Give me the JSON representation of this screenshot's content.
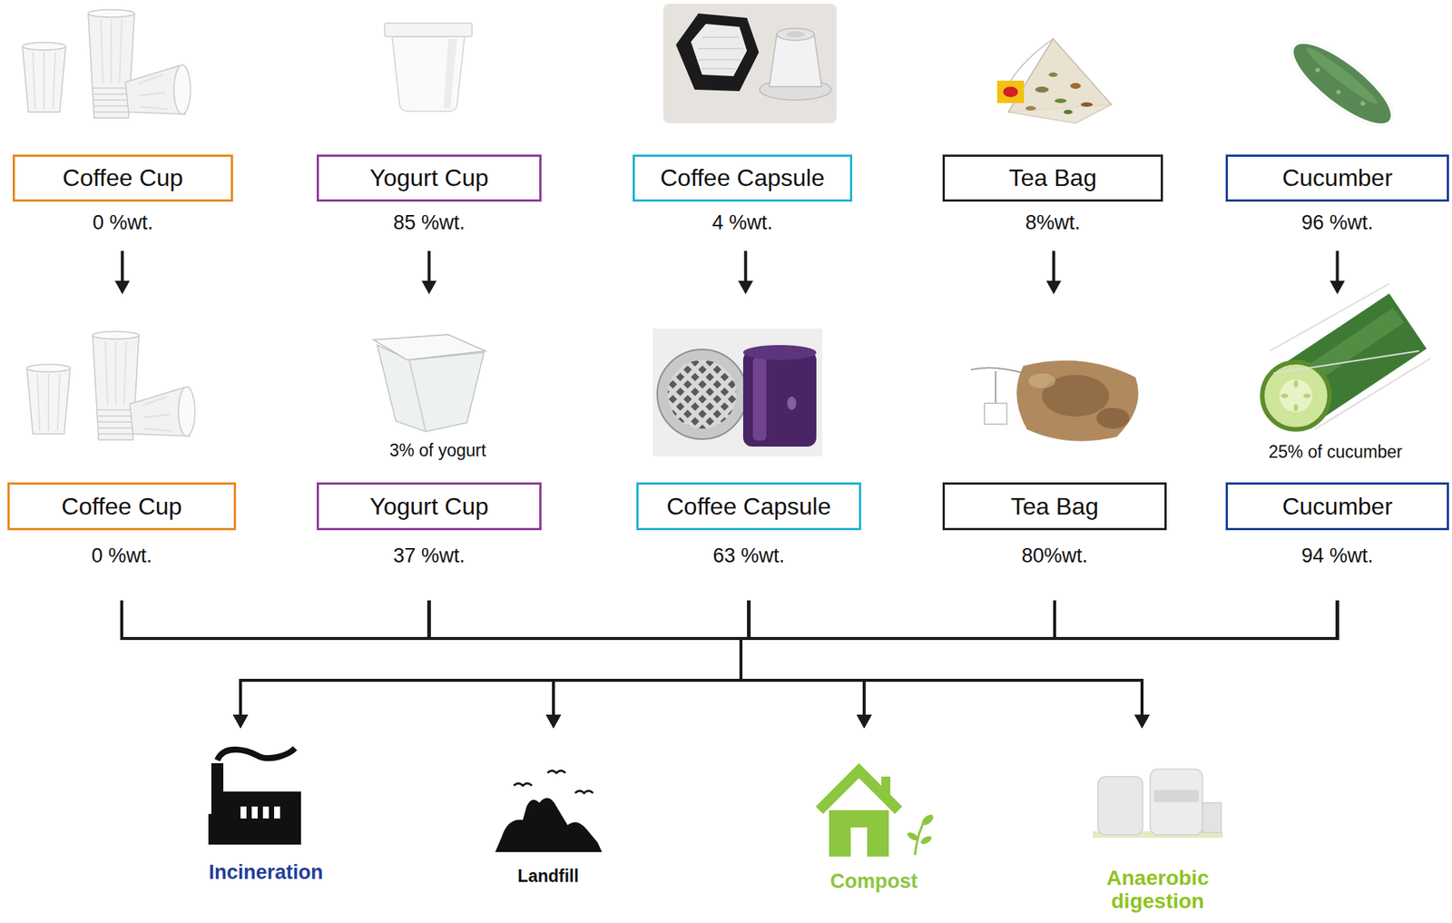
{
  "diagram": {
    "nodes": [
      {
        "text": [
          "Coffee Cup",
          "0 %wt."
        ]
      },
      {
        "text": [
          "Yogurt Cup",
          "85 %wt."
        ]
      },
      {
        "text": [
          "Coffee Capsule",
          "4 %wt."
        ]
      },
      {
        "text": [
          "Tea Bag",
          "8%wt."
        ]
      },
      {
        "text": [
          "Cucumber",
          "96 %wt."
        ]
      },
      {
        "text": [
          "Coffee Cup",
          "0 %wt."
        ]
      },
      {
        "text": [
          "Yogurt Cup",
          "37 %wt."
        ]
      },
      {
        "text": [
          "Coffee Capsule",
          "63 %wt."
        ]
      },
      {
        "text": [
          "Tea Bag",
          "80%wt."
        ]
      },
      {
        "text": [
          "Cucumber",
          "94 %wt."
        ]
      },
      {
        "text": [
          "Incineration"
        ]
      },
      {
        "text": [
          "Landfill"
        ]
      },
      {
        "text": [
          "Compost"
        ]
      },
      {
        "text": [
          "Anaerobic digestion"
        ]
      }
    ],
    "edges": [
      {
        "from": 0,
        "to": 5,
        "arrow": "to"
      },
      {
        "from": 1,
        "to": 6,
        "arrow": "to"
      },
      {
        "from": 2,
        "to": 7,
        "arrow": "to"
      },
      {
        "from": 3,
        "to": 8,
        "arrow": "to"
      },
      {
        "from": 4,
        "to": 9,
        "arrow": "to"
      },
      {
        "from": 5,
        "to": 10,
        "arrow": "to"
      },
      {
        "from": 5,
        "to": 11,
        "arrow": "to"
      },
      {
        "from": 5,
        "to": 12,
        "arrow": "to"
      },
      {
        "from": 5,
        "to": 13,
        "arrow": "to"
      },
      {
        "from": 6,
        "to": 10,
        "arrow": "to"
      },
      {
        "from": 6,
        "to": 11,
        "arrow": "to"
      },
      {
        "from": 6,
        "to": 12,
        "arrow": "to"
      },
      {
        "from": 6,
        "to": 13,
        "arrow": "to"
      },
      {
        "from": 7,
        "to": 10,
        "arrow": "to"
      },
      {
        "from": 7,
        "to": 11,
        "arrow": "to"
      },
      {
        "from": 7,
        "to": 12,
        "arrow": "to"
      },
      {
        "from": 7,
        "to": 13,
        "arrow": "to"
      },
      {
        "from": 8,
        "to": 10,
        "arrow": "to"
      },
      {
        "from": 8,
        "to": 11,
        "arrow": "to"
      },
      {
        "from": 8,
        "to": 12,
        "arrow": "to"
      },
      {
        "from": 8,
        "to": 13,
        "arrow": "to"
      },
      {
        "from": 9,
        "to": 10,
        "arrow": "to"
      },
      {
        "from": 9,
        "to": 11,
        "arrow": "to"
      },
      {
        "from": 9,
        "to": 12,
        "arrow": "to"
      },
      {
        "from": 9,
        "to": 13,
        "arrow": "to"
      }
    ],
    "labels": [
      "3% of yogurt",
      "25% of cucumber"
    ]
  }
}
